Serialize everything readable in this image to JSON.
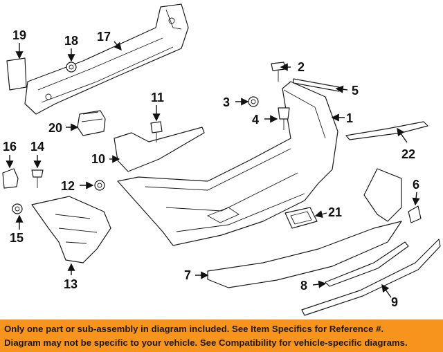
{
  "callouts": {
    "c1": "1",
    "c2": "2",
    "c3": "3",
    "c4": "4",
    "c5": "5",
    "c6": "6",
    "c7": "7",
    "c8": "8",
    "c9": "9",
    "c10": "10",
    "c11": "11",
    "c12": "12",
    "c13": "13",
    "c14": "14",
    "c15": "15",
    "c16": "16",
    "c17": "17",
    "c18": "18",
    "c19": "19",
    "c20": "20",
    "c21": "21",
    "c22": "22"
  },
  "footer": {
    "line1": "Only one part or sub-assembly in diagram included. See Item Specifics for Reference #.",
    "line2": "Diagram may not be specific to your vehicle. See Compatibility for vehicle-specific diagrams."
  },
  "colors": {
    "footer_bg": "#f7941d",
    "ink": "#1a1a1a"
  }
}
